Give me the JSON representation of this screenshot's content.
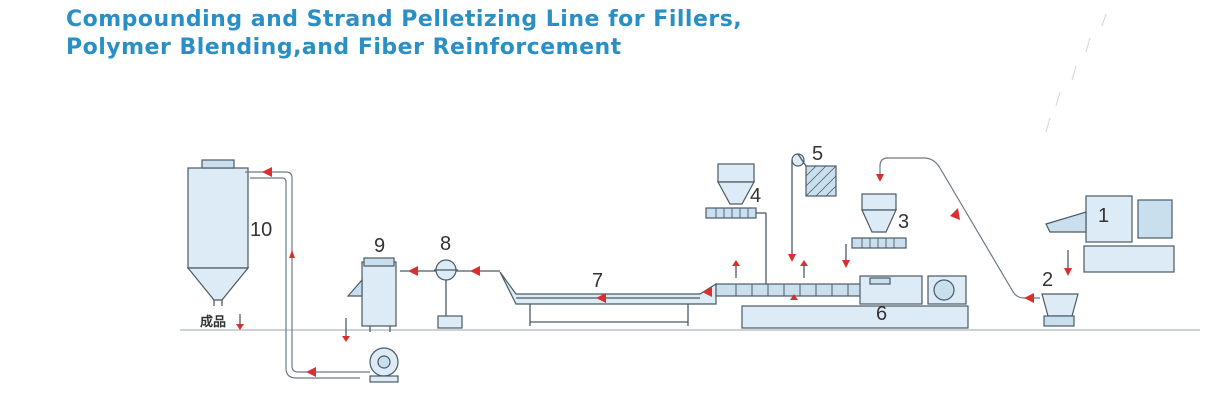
{
  "title": {
    "line1": "Compounding and Strand Pelletizing Line for Fillers,",
    "line2": "Polymer Blending,and Fiber Reinforcement"
  },
  "labels": {
    "n1": "1",
    "n2": "2",
    "n3": "3",
    "n4": "4",
    "n5": "5",
    "n6": "6",
    "n7": "7",
    "n8": "8",
    "n9": "9",
    "n10": "10",
    "product": "成品"
  },
  "colors": {
    "title": "#2a8fc4",
    "arrow": "#d63030",
    "equipment": "#dcebf5"
  }
}
